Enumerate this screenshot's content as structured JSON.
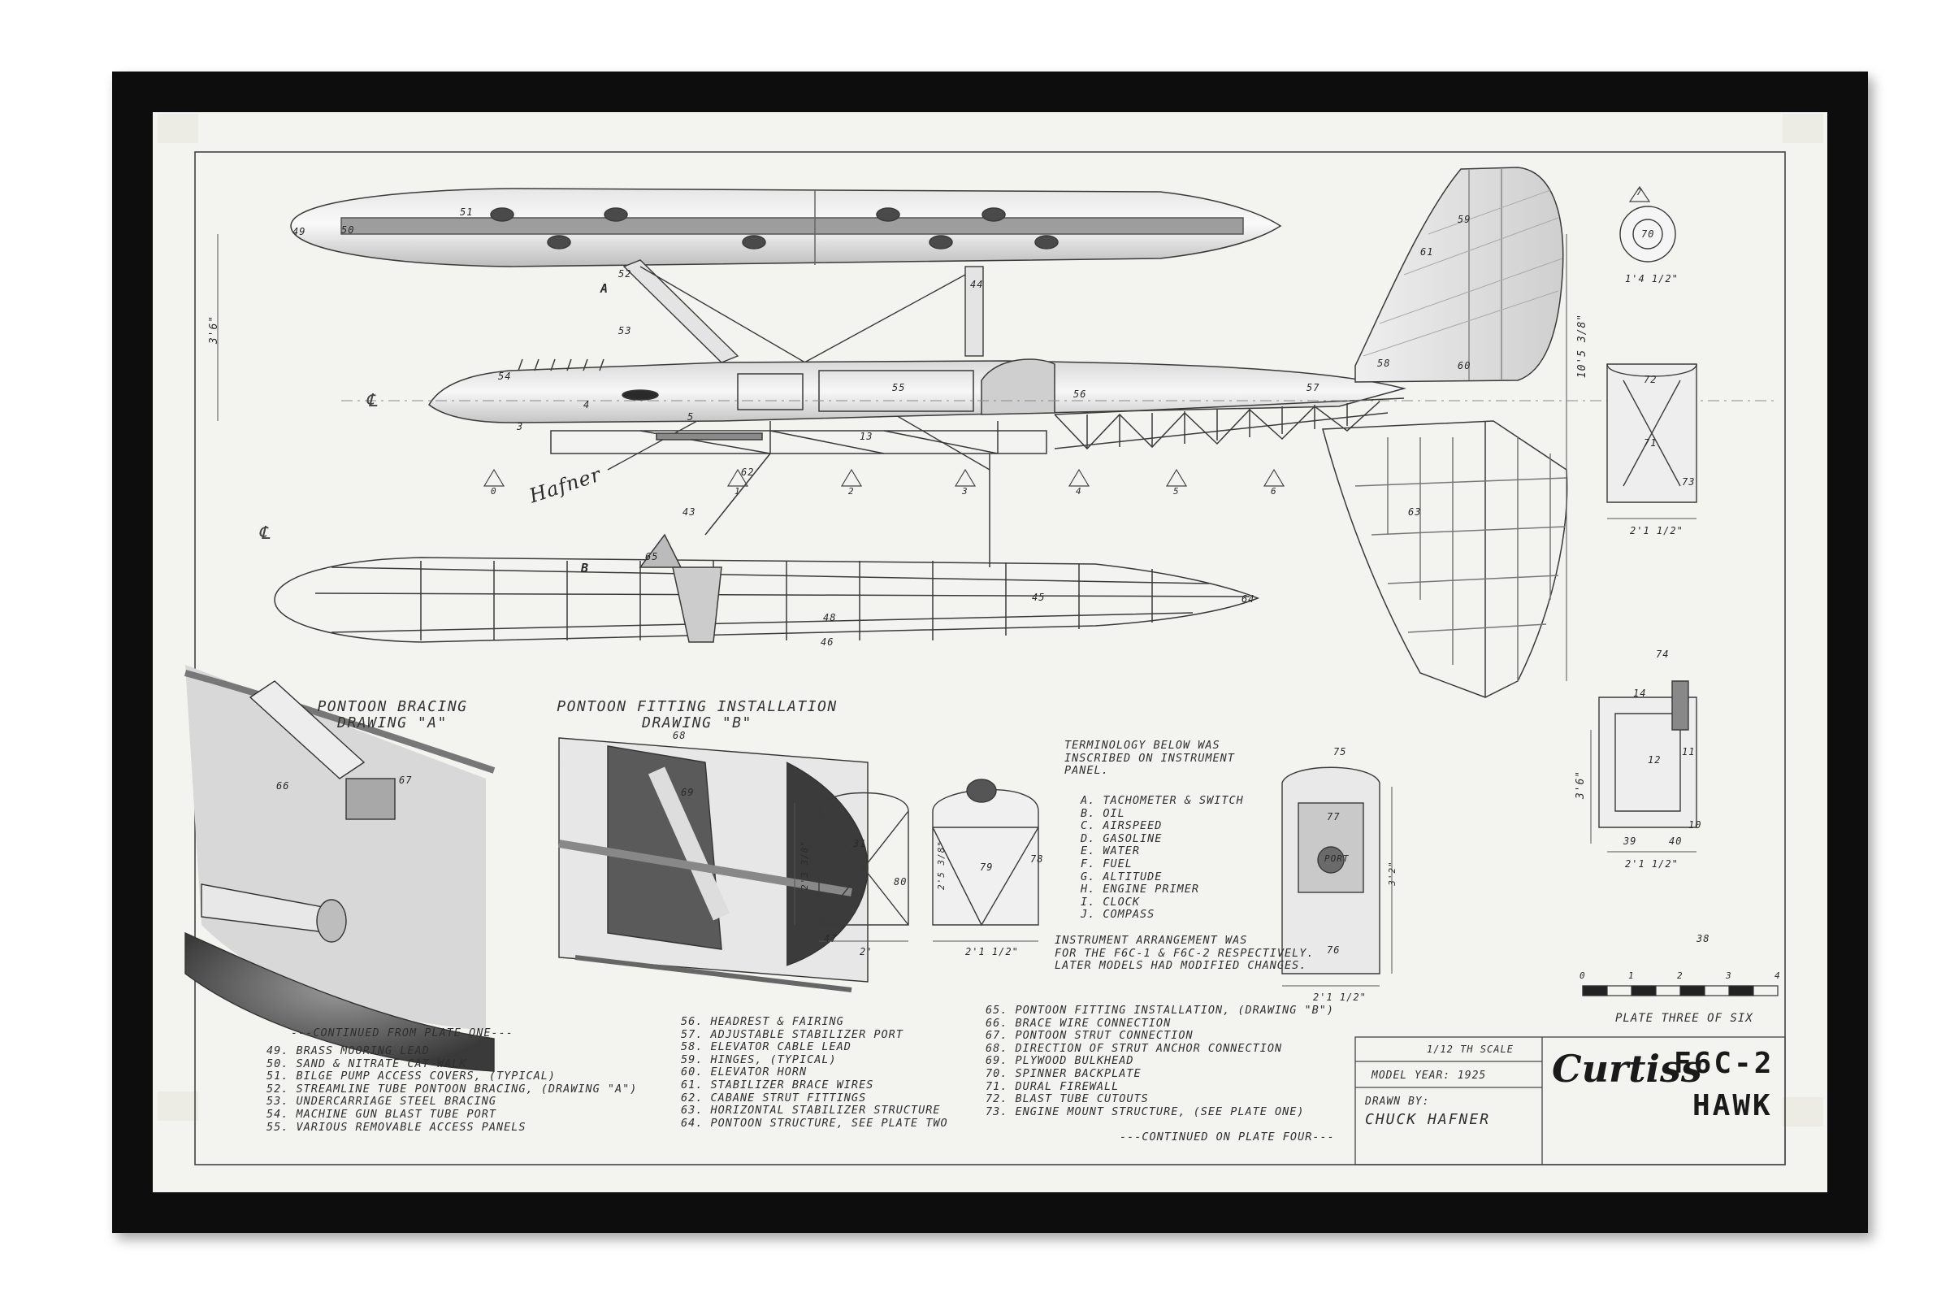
{
  "drawing": {
    "logo_text": "Curtiss",
    "model": "F6C-2",
    "name": "HAWK",
    "scale": "1/12 TH SCALE",
    "model_year": "MODEL YEAR: 1925",
    "drawn_by_label": "DRAWN BY:",
    "drawn_by": "CHUCK HAFNER",
    "plate": "PLATE THREE OF SIX",
    "signature": "Hafner",
    "scale_bar_ticks": [
      "0",
      "1",
      "2",
      "3",
      "4"
    ]
  },
  "subdrawings": {
    "bracing_title_1": "PONTOON BRACING",
    "bracing_title_2": "DRAWING",
    "bracing_tag": "A",
    "fitting_title_1": "PONTOON FITTING INSTALLATION",
    "fitting_title_2": "DRAWING",
    "fitting_tag": "B"
  },
  "terminology": {
    "intro": [
      "TERMINOLOGY BELOW WAS",
      "INSCRIBED ON INSTRUMENT",
      "PANEL."
    ],
    "items": [
      "A. TACHOMETER & SWITCH",
      "B. OIL",
      "C. AIRSPEED",
      "D. GASOLINE",
      "E. WATER",
      "F. FUEL",
      "G. ALTITUDE",
      "H. ENGINE PRIMER",
      "I. CLOCK",
      "J. COMPASS"
    ],
    "note": [
      "INSTRUMENT ARRANGEMENT WAS",
      "FOR THE F6C-1 & F6C-2 RESPECTIVELY.",
      "LATER MODELS HAD MODIFIED CHANGES."
    ]
  },
  "parts_legend": {
    "continued_from": "---CONTINUED FROM PLATE ONE---",
    "continued_on": "---CONTINUED ON PLATE FOUR---",
    "col1": [
      "49. BRASS MOORING LEAD",
      "50. SAND & NITRATE CAT WALK",
      "51. BILGE PUMP ACCESS COVERS, (TYPICAL)",
      "52. STREAMLINE TUBE PONTOON BRACING, (DRAWING \"A\")",
      "53. UNDERCARRIAGE STEEL BRACING",
      "54. MACHINE GUN BLAST TUBE PORT",
      "55. VARIOUS REMOVABLE ACCESS PANELS"
    ],
    "col2": [
      "56. HEADREST & FAIRING",
      "57. ADJUSTABLE STABILIZER PORT",
      "58. ELEVATOR CABLE LEAD",
      "59. HINGES, (TYPICAL)",
      "60. ELEVATOR HORN",
      "61. STABILIZER BRACE WIRES",
      "62. CABANE STRUT FITTINGS",
      "63. HORIZONTAL STABILIZER STRUCTURE",
      "64. PONTOON STRUCTURE, SEE PLATE TWO"
    ],
    "col3": [
      "65. PONTOON FITTING INSTALLATION, (DRAWING \"B\")",
      "66. BRACE WIRE CONNECTION",
      "67. PONTOON STRUT CONNECTION",
      "68. DIRECTION OF STRUT ANCHOR CONNECTION",
      "69. PLYWOOD BULKHEAD",
      "70. SPINNER BACKPLATE",
      "71. DURAL FIREWALL",
      "72. BLAST TUBE CUTOUTS",
      "73. ENGINE MOUNT STRUCTURE, (SEE PLATE ONE)"
    ]
  },
  "dimensions": {
    "d_3_6_left": "3'6\"",
    "d_10_5_8": "10'5 3/8\"",
    "d_1_4_5": "1'4 1/2\"",
    "d_2_1_2_a": "2'1 1/2\"",
    "d_2_1_2_b": "2'1 1/2\"",
    "d_2_1_2_c": "2'1 1/2\"",
    "d_2_1_2_d": "2'1 1/2\"",
    "d_3_6_right": "3'6\"",
    "d_2": "2'",
    "d_2_3_8": "2'3 3/8\"",
    "d_2_5_8": "2'5 3/8\"",
    "d_3_2": "3'2\"",
    "port": "PORT"
  },
  "callouts": {
    "c49": "49",
    "c50": "50",
    "c51": "51",
    "c52": "52",
    "c53": "53",
    "c54": "54",
    "c55": "55",
    "c56": "56",
    "c57": "57",
    "c58": "58",
    "c59": "59",
    "c60": "60",
    "c61": "61",
    "c62": "62",
    "c63": "63",
    "c64": "64",
    "c65": "65",
    "c66": "66",
    "c67": "67",
    "c68": "68",
    "c69": "69",
    "c70": "70",
    "c71": "71",
    "c72": "72",
    "c73": "73",
    "c74": "74",
    "c75": "75",
    "c76": "76",
    "c77": "77",
    "c78": "78",
    "c79": "79",
    "c80": "80",
    "c31": "31",
    "c38": "38",
    "c39": "39",
    "c40": "40",
    "c44": "44",
    "c45": "45",
    "c46": "46",
    "c47": "47",
    "c48": "48",
    "c3": "3",
    "c4": "4",
    "c5": "5",
    "c10": "10",
    "c11": "11",
    "c12": "12",
    "c13": "13",
    "c14": "14",
    "c43": "43",
    "A": "A",
    "B": "B"
  },
  "stations": [
    "0",
    "1",
    "2",
    "3",
    "4",
    "5",
    "6",
    "7"
  ],
  "colors": {
    "frame": "#0d0d0d",
    "paper": "#f3f3f0",
    "ink": "#2f2f2f"
  }
}
